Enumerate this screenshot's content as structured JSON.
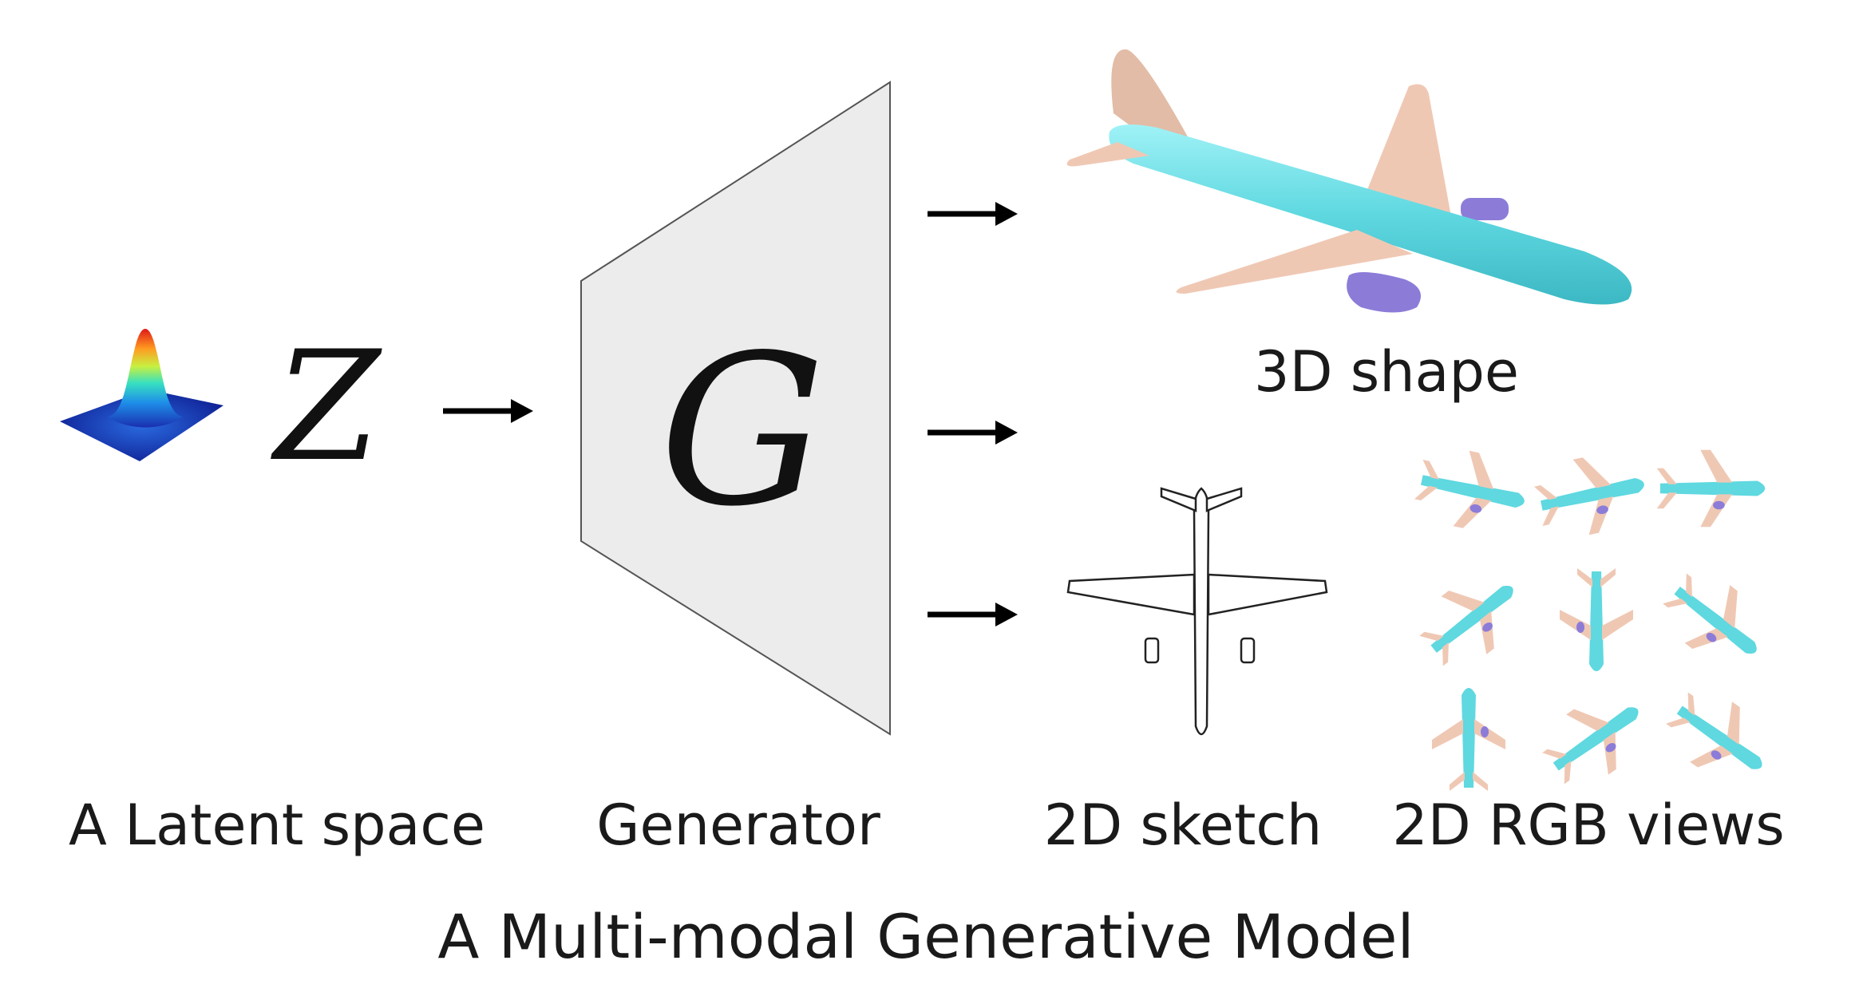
{
  "symbols": {
    "latent": "Z",
    "generator": "G"
  },
  "labels": {
    "latent_space": "A Latent space",
    "generator": "Generator",
    "shape_3d": "3D shape",
    "sketch_2d": "2D sketch",
    "rgb_views": "2D RGB views",
    "caption": "A Multi-modal Generative Model"
  },
  "colors": {
    "fuselage": "#5fd8e0",
    "wing": "#efc8b4",
    "engine": "#8c7cd8",
    "generator_fill": "#ececec",
    "arrow": "#000000"
  }
}
